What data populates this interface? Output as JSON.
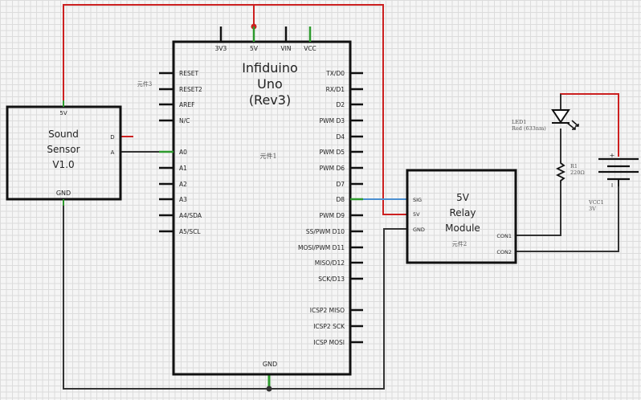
{
  "arduino": {
    "title_lines": [
      "Infiduino",
      "Uno",
      "(Rev3)"
    ],
    "part_label": "元件1",
    "top_pins": [
      "3V3",
      "5V",
      "VIN",
      "VCC"
    ],
    "left_pins": [
      "RESET",
      "RESET2",
      "AREF",
      "N/C",
      "A0",
      "A1",
      "A2",
      "A3",
      "A4/SDA",
      "A5/SCL"
    ],
    "right_pins": [
      "TX/D0",
      "RX/D1",
      "D2",
      "PWM D3",
      "D4",
      "PWM D5",
      "PWM D6",
      "D7",
      "D8",
      "PWM D9",
      "SS/PWM D10",
      "MOSI/PWM D11",
      "MISO/D12",
      "SCK/D13",
      "ICSP2 MISO",
      "ICSP2 SCK",
      "ICSP MOSI"
    ],
    "bottom_pin": "GND"
  },
  "sound_sensor": {
    "title_lines": [
      "Sound",
      "Sensor",
      "V1.0"
    ],
    "part_label": "元件3",
    "pins": {
      "top": "5V",
      "d": "D",
      "a": "A",
      "bottom": "GND"
    }
  },
  "relay": {
    "title_lines": [
      "5V",
      "Relay",
      "Module"
    ],
    "part_label": "元件2",
    "left_pins": [
      "SIG",
      "5V",
      "GND"
    ],
    "right_pins": [
      "CON1",
      "CON2"
    ]
  },
  "led": {
    "name": "LED1",
    "desc": "Red  (633nm)"
  },
  "resistor": {
    "name": "R1",
    "value": "220Ω"
  },
  "battery": {
    "name": "VCC1",
    "value": "3V",
    "plus": "+",
    "minus": "I"
  },
  "colors": {
    "wire": "#333333",
    "power": "#cc2020",
    "signal": "#4a8fd0",
    "pin_end": "#2c9a2c"
  }
}
